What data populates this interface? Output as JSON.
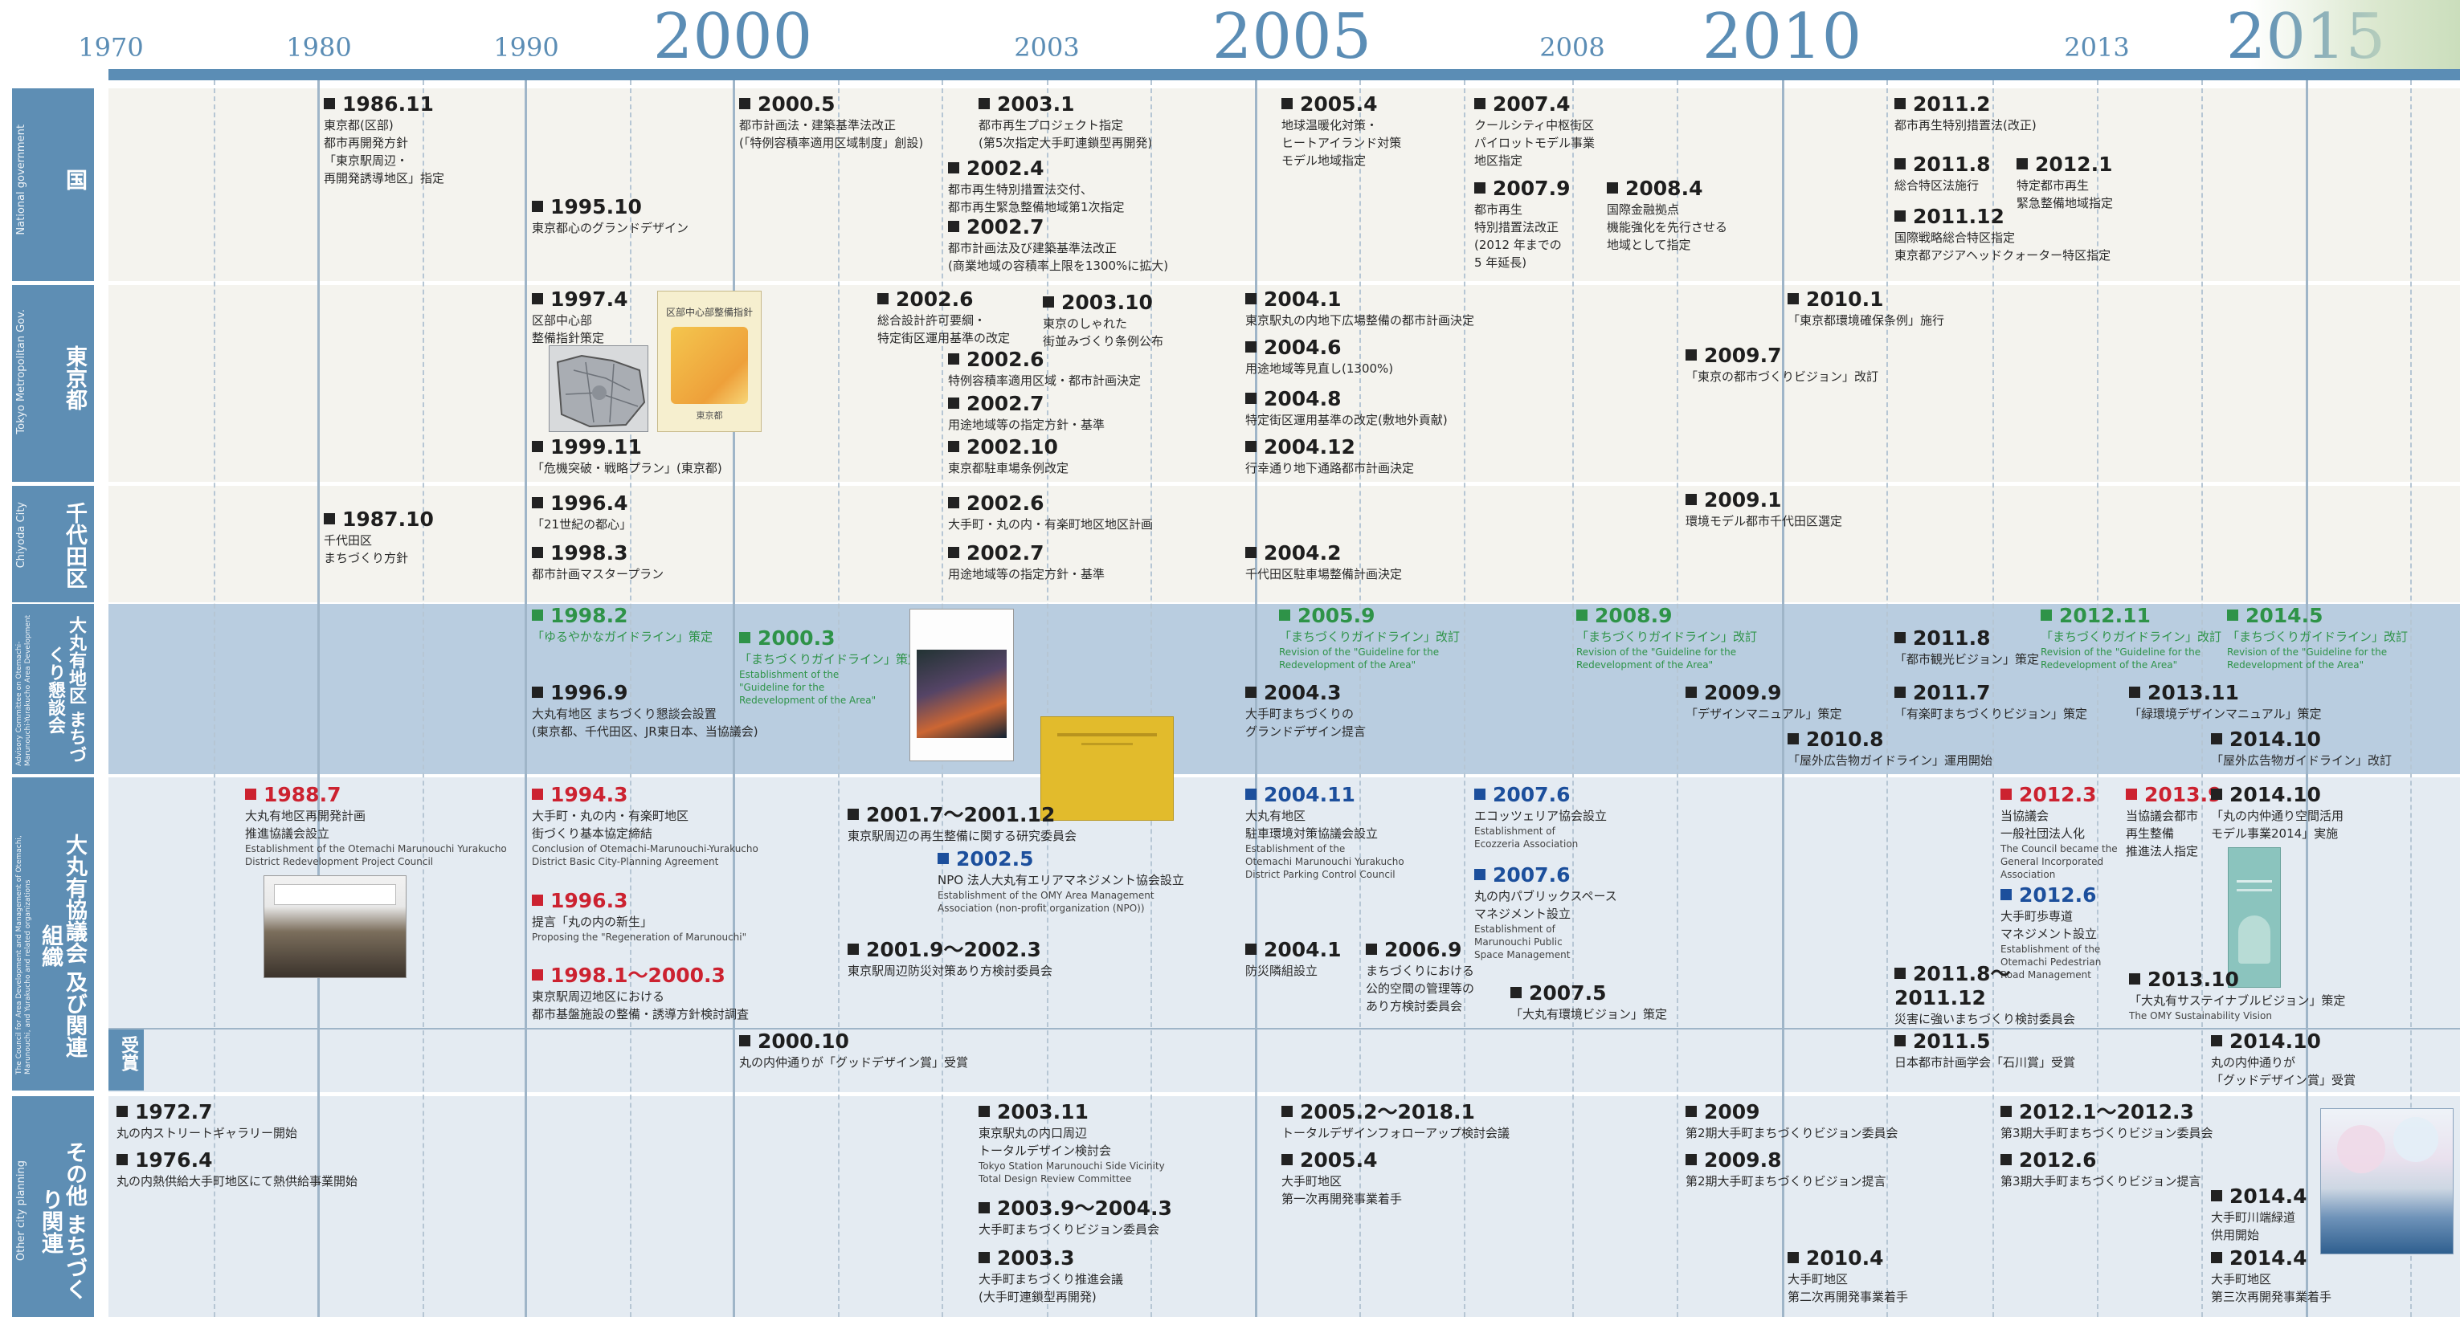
{
  "years": [
    {
      "label": "1970",
      "size": "small"
    },
    {
      "label": "1980",
      "size": "small"
    },
    {
      "label": "1990",
      "size": "small"
    },
    {
      "label": "2000",
      "size": "big"
    },
    {
      "label": "2003",
      "size": "small"
    },
    {
      "label": "2005",
      "size": "big"
    },
    {
      "label": "2008",
      "size": "small"
    },
    {
      "label": "2010",
      "size": "big"
    },
    {
      "label": "2013",
      "size": "small"
    },
    {
      "label": "2015",
      "size": "big"
    }
  ],
  "rows": {
    "national": {
      "jp": "国",
      "en": "National government"
    },
    "metro": {
      "jp": "東京都",
      "en": "Tokyo Metropolitan Gov."
    },
    "chiyoda": {
      "jp": "千代田区",
      "en": "Chiyoda City"
    },
    "council": {
      "jp": "大丸有地区 まちづくり懇談会",
      "en": "Advisory Committee on Otemachi-Marunouchi-Yurakucho Area Development"
    },
    "assoc": {
      "jp": "大丸有協議会 及び関連組織",
      "en": "The Council for Area Development and Management of Otemachi, Marunouchi, and Yurakucho and related organizations"
    },
    "award": {
      "jp": "受賞"
    },
    "other": {
      "jp": "その他 まちづくり関連",
      "en": "Other city planning"
    }
  },
  "events": {
    "n1": {
      "date": "1986.11",
      "text": "東京都(区部)\n都市再開発方針\n「東京駅周辺・\n再開発誘導地区」指定"
    },
    "n2": {
      "date": "1995.10",
      "text": "東京都心のグランドデザイン"
    },
    "n3": {
      "date": "2000.5",
      "text": "都市計画法・建築基準法改正\n(「特例容積率適用区域制度」創設)"
    },
    "n4": {
      "date": "2003.1",
      "text": "都市再生プロジェクト指定\n(第5次指定大手町連鎖型再開発)"
    },
    "n5": {
      "date": "2002.4",
      "text": "都市再生特別措置法交付、\n都市再生緊急整備地域第1次指定"
    },
    "n6": {
      "date": "2002.7",
      "text": "都市計画法及び建築基準法改正\n(商業地域の容積率上限を1300%に拡大)"
    },
    "n7": {
      "date": "2005.4",
      "text": "地球温暖化対策・\nヒートアイランド対策\nモデル地域指定"
    },
    "n8": {
      "date": "2007.4",
      "text": "クールシティ中枢街区\nパイロットモデル事業\n地区指定"
    },
    "n9": {
      "date": "2007.9",
      "text": "都市再生\n特別措置法改正\n(2012 年までの\n5 年延長)"
    },
    "n10": {
      "date": "2008.4",
      "text": "国際金融拠点\n機能強化を先行させる\n地域として指定"
    },
    "n11": {
      "date": "2011.2",
      "text": "都市再生特別措置法(改正)"
    },
    "n12": {
      "date": "2011.8",
      "text": "総合特区法施行"
    },
    "n13": {
      "date": "2012.1",
      "text": "特定都市再生\n緊急整備地域指定"
    },
    "n14": {
      "date": "2011.12",
      "text": "国際戦略総合特区指定\n東京都アジアヘッドクォーター特区指定"
    },
    "m1": {
      "date": "1997.4",
      "text": "区部中心部\n整備指針策定"
    },
    "m2": {
      "date": "1999.11",
      "text": "「危機突破・戦略プラン」(東京都)"
    },
    "m3": {
      "date": "2002.6",
      "text": "総合設計許可要綱・\n特定街区運用基準の改定"
    },
    "m4": {
      "date": "2003.10",
      "text": "東京のしゃれた\n街並みづくり条例公布"
    },
    "m5": {
      "date": "2002.6",
      "text": "特例容積率適用区域・都市計画決定"
    },
    "m6": {
      "date": "2002.7",
      "text": "用途地域等の指定方針・基準"
    },
    "m7": {
      "date": "2002.10",
      "text": "東京都駐車場条例改定"
    },
    "m8": {
      "date": "2004.1",
      "text": "東京駅丸の内地下広場整備の都市計画決定"
    },
    "m9": {
      "date": "2004.6",
      "text": "用途地域等見直し(1300%)"
    },
    "m10": {
      "date": "2004.8",
      "text": "特定街区運用基準の改定(敷地外貢献)"
    },
    "m11": {
      "date": "2004.12",
      "text": "行幸通り地下通路都市計画決定"
    },
    "m12": {
      "date": "2009.7",
      "text": "「東京の都市づくりビジョン」改訂"
    },
    "m13": {
      "date": "2010.1",
      "text": "「東京都環境確保条例」施行"
    },
    "c1": {
      "date": "1987.10",
      "text": "千代田区\nまちづくり方針"
    },
    "c2": {
      "date": "1996.4",
      "text": "「21世紀の都心」"
    },
    "c3": {
      "date": "1998.3",
      "text": "都市計画マスタープラン"
    },
    "c4": {
      "date": "2002.6",
      "text": "大手町・丸の内・有楽町地区地区計画"
    },
    "c5": {
      "date": "2002.7",
      "text": "用途地域等の指定方針・基準"
    },
    "c6": {
      "date": "2004.2",
      "text": "千代田区駐車場整備計画決定"
    },
    "c7": {
      "date": "2009.1",
      "text": "環境モデル都市千代田区選定"
    },
    "k1": {
      "date": "1998.2",
      "text": "「ゆるやかなガイドライン」策定"
    },
    "k2": {
      "date": "1996.9",
      "text": "大丸有地区 まちづくり懇談会設置\n(東京都、千代田区、JR東日本、当協議会)"
    },
    "k3": {
      "date": "2000.3",
      "text": "「まちづくりガイドライン」策定",
      "en": "Establishment of the\n\"Guideline for the\nRedevelopment of the Area\""
    },
    "k4": {
      "date": "2005.9",
      "text": "「まちづくりガイドライン」改訂",
      "en": "Revision of the \"Guideline for the\nRedevelopment of the Area\""
    },
    "k5": {
      "date": "2004.3",
      "text": "大手町まちづくりの\nグランドデザイン提言"
    },
    "k6": {
      "date": "2008.9",
      "text": "「まちづくりガイドライン」改訂",
      "en": "Revision of the \"Guideline for the\nRedevelopment of the Area\""
    },
    "k7": {
      "date": "2009.9",
      "text": "「デザインマニュアル」策定"
    },
    "k8": {
      "date": "2010.8",
      "text": "「屋外広告物ガイドライン」運用開始"
    },
    "k9": {
      "date": "2011.8",
      "text": "「都市観光ビジョン」策定"
    },
    "k10": {
      "date": "2012.11",
      "text": "「まちづくりガイドライン」改訂",
      "en": "Revision of the \"Guideline for the\nRedevelopment of the Area\""
    },
    "k11": {
      "date": "2014.5",
      "text": "「まちづくりガイドライン」改訂",
      "en": "Revision of the \"Guideline for the\nRedevelopment of the Area\""
    },
    "k12": {
      "date": "2011.7",
      "text": "「有楽町まちづくりビジョン」策定"
    },
    "k13": {
      "date": "2013.11",
      "text": "「緑環境デザインマニュアル」策定"
    },
    "k14": {
      "date": "2014.10",
      "text": "「屋外広告物ガイドライン」改訂"
    },
    "a1": {
      "date": "1988.7",
      "text": "大丸有地区再開発計画\n推進協議会設立",
      "en": "Establishment of the Otemachi Marunouchi Yurakucho\nDistrict Redevelopment Project Council"
    },
    "a2": {
      "date": "1994.3",
      "text": "大手町・丸の内・有楽町地区\n街づくり基本協定締結",
      "en": "Conclusion of Otemachi-Marunouchi-Yurakucho\nDistrict Basic City-Planning Agreement"
    },
    "a3": {
      "date": "1996.3",
      "text": "提言「丸の内の新生」",
      "en": "Proposing the \"Regeneration of Marunouchi\""
    },
    "a4": {
      "date": "1998.1～2000.3",
      "text": "東京駅周辺地区における\n都市基盤施設の整備・誘導方針検討調査"
    },
    "a5": {
      "date": "2001.7～2001.12",
      "text": "東京駅周辺の再生整備に関する研究委員会"
    },
    "a6": {
      "date": "2002.5",
      "text": "NPO 法人大丸有エリアマネジメント協会設立",
      "en": "Establishment of the OMY Area Management\nAssociation (non-profit organization (NPO))"
    },
    "a7": {
      "date": "2001.9～2002.3",
      "text": "東京駅周辺防災対策あり方検討委員会"
    },
    "a8": {
      "date": "2004.11",
      "text": "大丸有地区\n駐車環境対策協議会設立",
      "en": "Establishment of the\nOtemachi Marunouchi Yurakucho\nDistrict Parking Control Council"
    },
    "a9": {
      "date": "2004.1",
      "text": "防災隣組設立"
    },
    "a10": {
      "date": "2006.9",
      "text": "まちづくりにおける\n公的空間の管理等の\nあり方検討委員会"
    },
    "a11": {
      "date": "2007.6",
      "text": "エコッツェリア協会設立",
      "en": "Establishment of\nEcozzeria Association"
    },
    "a12": {
      "date": "2007.6",
      "text": "丸の内パブリックスペース\nマネジメント設立",
      "en": "Establishment of\nMarunouchi Public\nSpace Management"
    },
    "a13": {
      "date": "2007.5",
      "text": "「大丸有環境ビジョン」策定"
    },
    "a14": {
      "date": "2012.3",
      "text": "当協議会\n一般社団法人化",
      "en": "The Council became the\nGeneral Incorporated\nAssociation"
    },
    "a15": {
      "date": "2012.6",
      "text": "大手町歩専道\nマネジメント設立",
      "en": "Establishment of the\nOtemachi Pedestrian\nRoad Management"
    },
    "a16": {
      "date": "2013.9",
      "text": "当協議会都市\n再生整備\n推進法人指定"
    },
    "a17": {
      "date": "2014.10",
      "text": "「丸の内仲通り空間活用\nモデル事業2014」実施"
    },
    "a18": {
      "date": "2011.8～\n2011.12",
      "text": "災害に強いまちづくり検討委員会"
    },
    "a19": {
      "date": "2013.10",
      "text": "「大丸有サステイナブルビジョン」策定",
      "en": "The OMY Sustainability Vision"
    },
    "w1": {
      "date": "2000.10",
      "text": "丸の内仲通りが「グッドデザイン賞」受賞"
    },
    "w2": {
      "date": "2011.5",
      "text": "日本都市計画学会「石川賞」受賞"
    },
    "w3": {
      "date": "2014.10",
      "text": "丸の内仲通りが\n「グッドデザイン賞」受賞"
    },
    "o1": {
      "date": "1972.7",
      "text": "丸の内ストリートギャラリー開始"
    },
    "o2": {
      "date": "1976.4",
      "text": "丸の内熱供給大手町地区にて熱供給事業開始"
    },
    "o3": {
      "date": "2003.11",
      "text": "東京駅丸の内口周辺\nトータルデザイン検討会",
      "en": "Tokyo Station Marunouchi Side Vicinity\nTotal Design Review Committee"
    },
    "o4": {
      "date": "2003.9～2004.3",
      "text": "大手町まちづくりビジョン委員会"
    },
    "o5": {
      "date": "2003.3",
      "text": "大手町まちづくり推進会議\n(大手町連鎖型再開発)"
    },
    "o6": {
      "date": "2005.2～2018.1",
      "text": "トータルデザインフォローアップ検討会議"
    },
    "o7": {
      "date": "2005.4",
      "text": "大手町地区\n第一次再開発事業着手"
    },
    "o8": {
      "date": "2009",
      "text": "第2期大手町まちづくりビジョン委員会"
    },
    "o9": {
      "date": "2009.8",
      "text": "第2期大手町まちづくりビジョン提言"
    },
    "o10": {
      "date": "2010.4",
      "text": "大手町地区\n第二次再開発事業着手"
    },
    "o11": {
      "date": "2012.1～2012.3",
      "text": "第3期大手町まちづくりビジョン委員会"
    },
    "o12": {
      "date": "2012.6",
      "text": "第3期大手町まちづくりビジョン提言"
    },
    "o13": {
      "date": "2014.4",
      "text": "大手町川端緑道\n供用開始"
    },
    "o14": {
      "date": "2014.4",
      "text": "大手町地区\n第三次再開発事業着手"
    }
  },
  "doc_cover": {
    "title": "区部中心部整備指針",
    "org": "東京都"
  },
  "colors": {
    "band_light": "#f4f3ee",
    "band_blue": "#b9cde0",
    "band_pale": "#e4ebf2",
    "header": "#5e8eb4",
    "green": "#2e9348",
    "red": "#cc2230",
    "blue": "#1c4f9c"
  }
}
